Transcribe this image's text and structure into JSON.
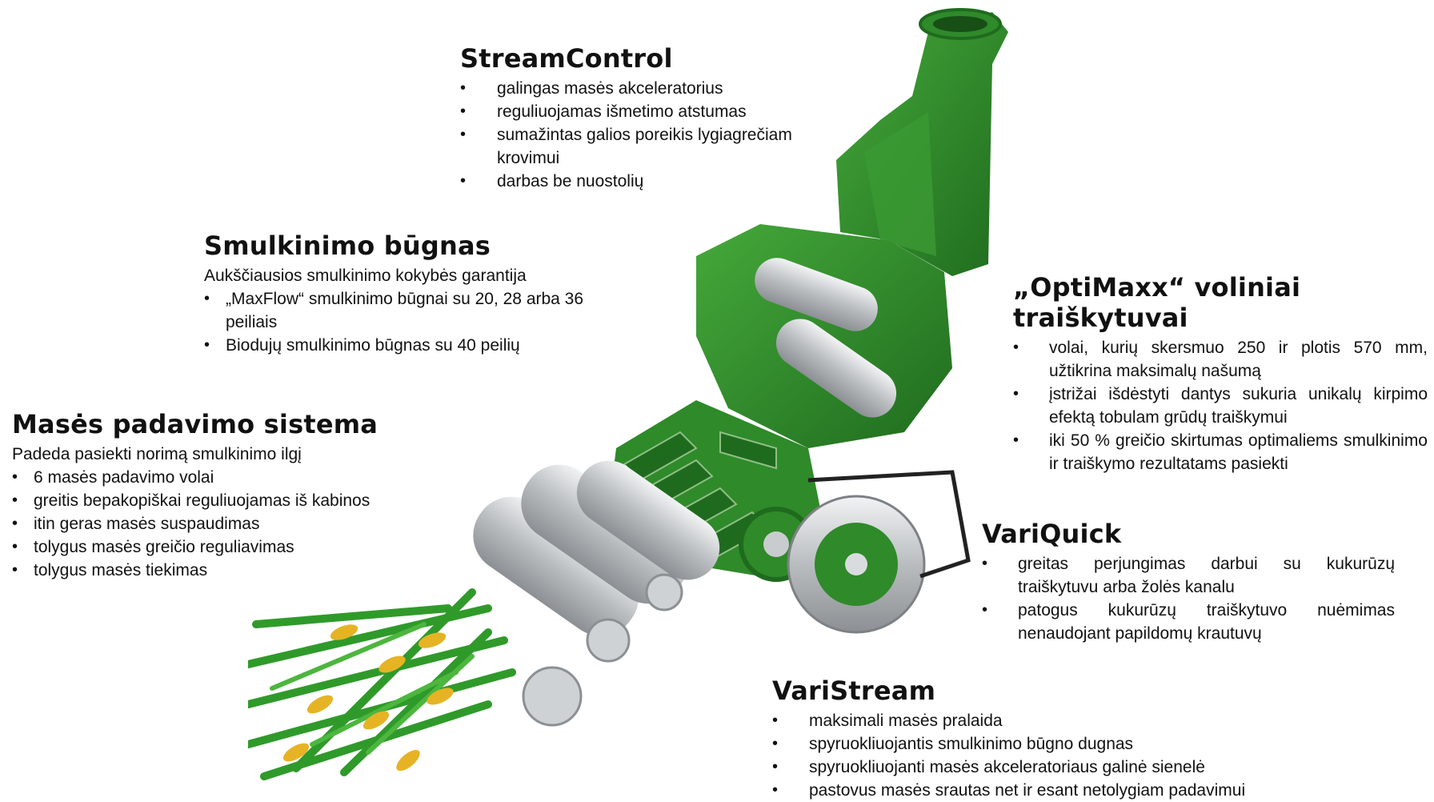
{
  "callouts": {
    "streamcontrol": {
      "title": "StreamControl",
      "items": [
        "galingas masės akceleratorius",
        "reguliuojamas išmetimo atstumas",
        "sumažintas galios poreikis lygiagrečiam krovimui",
        "darbas be nuostolių"
      ]
    },
    "smulkinimo": {
      "title": "Smulkinimo būgnas",
      "subtitle": "Aukščiausios smulkinimo kokybės garantija",
      "items": [
        "„MaxFlow“ smulkinimo būgnai su 20, 28 arba 36 peiliais",
        "Biodujų smulkinimo būgnas su 40 peilių"
      ]
    },
    "mases": {
      "title": "Masės padavimo sistema",
      "subtitle": "Padeda pasiekti norimą smulkinimo ilgį",
      "items": [
        "6 masės padavimo volai",
        "greitis bepakopiškai reguliuojamas iš kabinos",
        "itin geras masės suspaudimas",
        "tolygus masės greičio reguliavimas",
        "tolygus masės tiekimas"
      ]
    },
    "optimaxx": {
      "title": "„OptiMaxx“ voliniai traiškytuvai",
      "items": [
        "volai, kurių skersmuo 250 ir plotis 570 mm, užtikrina maksimalų našumą",
        "įstrižai išdėstyti dantys sukuria unikalų kirpimo efektą tobulam grūdų traiškymui",
        "iki 50 % greičio skirtumas optimaliems smulkinimo ir traiškymo rezultatams pasiekti"
      ]
    },
    "variquick": {
      "title": "VariQuick",
      "items": [
        "greitas perjungimas darbui su kukurūzų traiškytuvu arba žolės kanalu",
        "patogus kukurūzų traiškytuvo nuėmimas nenaudojant papildomų krautuvų"
      ]
    },
    "varistream": {
      "title": "VariStream",
      "items": [
        "maksimali masės pralaida",
        "spyruokliuojantis smulkinimo būgno dugnas",
        "spyruokliuojanti masės akceleratoriaus galinė sienelė",
        "pastovus masės srautas net ir esant netolygiam padavimui"
      ]
    }
  },
  "colors": {
    "machine_green": "#2f8a2a",
    "machine_dark_green": "#1f6b1e",
    "steel": "#c9ccce",
    "corn_yellow": "#e6b325"
  }
}
